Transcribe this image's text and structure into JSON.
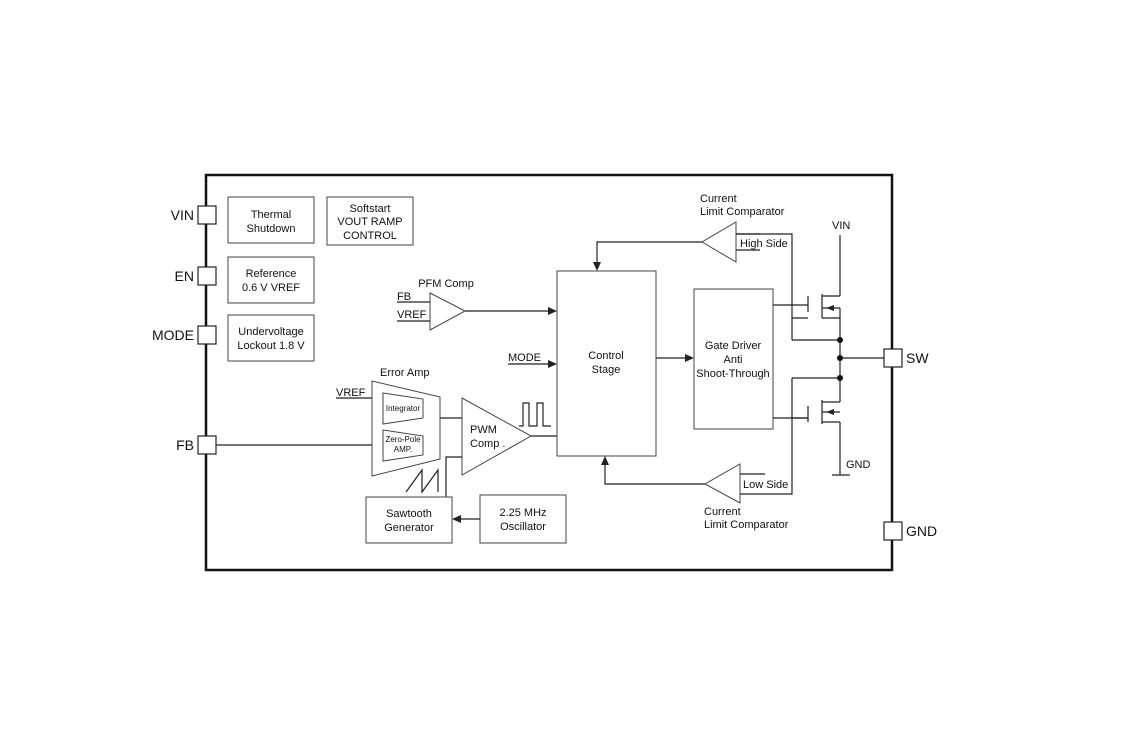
{
  "pins": {
    "vin": "VIN",
    "en": "EN",
    "mode": "MODE",
    "fb": "FB",
    "sw": "SW",
    "gnd": "GND"
  },
  "blocks": {
    "thermal": [
      "Thermal",
      "Shutdown"
    ],
    "softstart": [
      "Softstart",
      "VOUT RAMP",
      "CONTROL"
    ],
    "reference": [
      "Reference",
      "0.6 V VREF"
    ],
    "uvlo": [
      "Undervoltage",
      "Lockout 1.8 V"
    ],
    "control": [
      "Control",
      "Stage"
    ],
    "gate_driver": [
      "Gate Driver",
      "Anti",
      "Shoot-Through"
    ],
    "sawtooth": [
      "Sawtooth",
      "Generator"
    ],
    "oscillator": [
      "2.25 MHz",
      "Oscillator"
    ]
  },
  "comparators": {
    "pfm": {
      "title": "PFM Comp",
      "in1": "FB",
      "in2": "VREF"
    },
    "pwm": [
      "PWM",
      "Comp ."
    ],
    "high_side": {
      "title": [
        "Current",
        "Limit Comparator"
      ],
      "label": "High Side"
    },
    "low_side": {
      "title": [
        "Current",
        "Limit Comparator"
      ],
      "label": "Low Side"
    }
  },
  "error_amp": {
    "title": "Error Amp",
    "vref": "VREF",
    "integrator": "Integrator",
    "zero_pole": [
      "Zero-Pole",
      "AMP."
    ]
  },
  "signals": {
    "mode": "MODE",
    "vin": "VIN",
    "gnd": "GND"
  }
}
